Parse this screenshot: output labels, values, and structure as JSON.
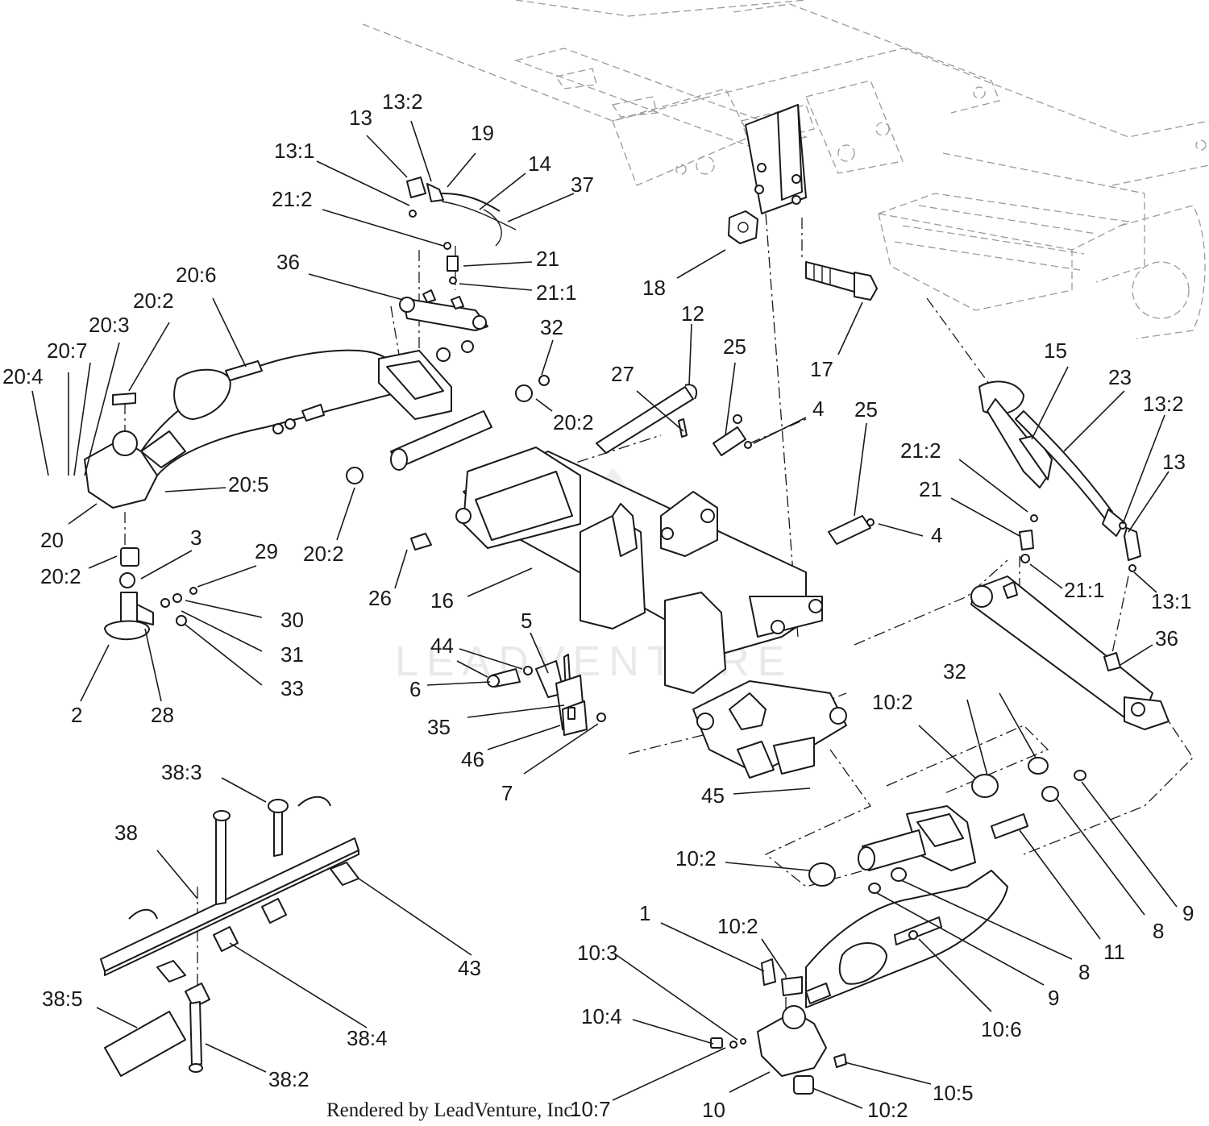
{
  "watermark": "LEADVENTURE",
  "credit": "Rendered by LeadVenture, Inc.",
  "callouts": {
    "c1": "1",
    "c2": "2",
    "c3": "3",
    "c4a": "4",
    "c4b": "4",
    "c5": "5",
    "c6": "6",
    "c7": "7",
    "c8a": "8",
    "c8b": "8",
    "c9a": "9",
    "c9b": "9",
    "c10": "10",
    "c10_2a": "10:2",
    "c10_2b": "10:2",
    "c10_2c": "10:2",
    "c10_2d": "10:2",
    "c10_3": "10:3",
    "c10_4": "10:4",
    "c10_5": "10:5",
    "c10_6": "10:6",
    "c10_7": "10:7",
    "c11": "11",
    "c12": "12",
    "c13a": "13",
    "c13b": "13",
    "c13_1a": "13:1",
    "c13_1b": "13:1",
    "c13_2a": "13:2",
    "c13_2b": "13:2",
    "c14": "14",
    "c15": "15",
    "c16": "16",
    "c17": "17",
    "c18": "18",
    "c19": "19",
    "c20": "20",
    "c20_2a": "20:2",
    "c20_2b": "20:2",
    "c20_2c": "20:2",
    "c20_2d": "20:2",
    "c20_3": "20:3",
    "c20_4": "20:4",
    "c20_5": "20:5",
    "c20_6": "20:6",
    "c20_7": "20:7",
    "c21a": "21",
    "c21b": "21",
    "c21_1a": "21:1",
    "c21_1b": "21:1",
    "c21_2a": "21:2",
    "c21_2b": "21:2",
    "c23": "23",
    "c25a": "25",
    "c25b": "25",
    "c26": "26",
    "c27": "27",
    "c28": "28",
    "c29": "29",
    "c30": "30",
    "c31": "31",
    "c32a": "32",
    "c32b": "32",
    "c33": "33",
    "c35": "35",
    "c36a": "36",
    "c36b": "36",
    "c37": "37",
    "c38": "38",
    "c38_2": "38:2",
    "c38_3": "38:3",
    "c38_4": "38:4",
    "c38_5": "38:5",
    "c43": "43",
    "c44": "44",
    "c45": "45",
    "c46": "46"
  }
}
